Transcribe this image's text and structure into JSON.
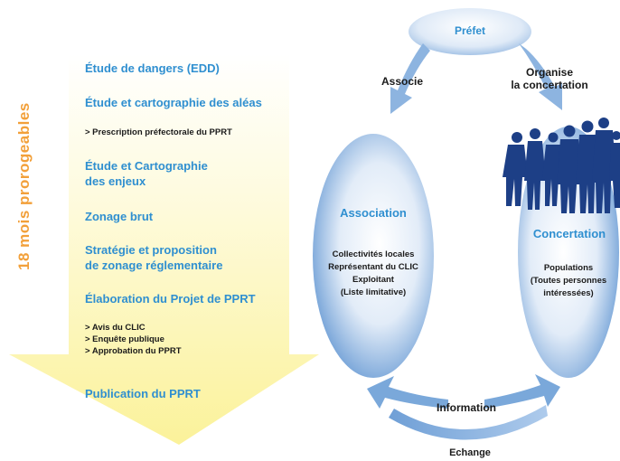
{
  "timeline": {
    "duration_label": "18 mois prorogeables",
    "steps": [
      {
        "label": "Étude de dangers (EDD)"
      },
      {
        "label": "Étude et cartographie des aléas"
      },
      {
        "label": "> Prescription préfectorale du PPRT"
      },
      {
        "label_line1": "Étude et Cartographie",
        "label_line2": "des enjeux"
      },
      {
        "label": "Zonage brut"
      },
      {
        "label_line1": "Stratégie et proposition",
        "label_line2": "de zonage réglementaire"
      },
      {
        "label": "Élaboration du Projet de PPRT"
      },
      {
        "lines": [
          "> Avis du CLIC",
          "> Enquête publique",
          "> Approbation du PPRT"
        ]
      },
      {
        "label": "Publication du PPRT"
      }
    ]
  },
  "cycle": {
    "prefet": "Préfet",
    "associe": "Associe",
    "organise_line1": "Organise",
    "organise_line2": "la concertation",
    "association": {
      "title": "Association",
      "lines": [
        "Collectivités locales",
        "Représentant du CLIC",
        "Exploitant",
        "(Liste limitative)"
      ]
    },
    "concertation": {
      "title": "Concertation",
      "lines": [
        "Populations",
        "(Toutes personnes",
        "intéressées)"
      ]
    },
    "information": "Information",
    "echange": "Echange"
  },
  "colors": {
    "step_blue": "#2f8fd0",
    "duration_orange": "#f2a03a",
    "arrow_yellow": "#fbf39c",
    "oval_blue": "#7aa8da",
    "silhouette_navy": "#1d3f86"
  }
}
